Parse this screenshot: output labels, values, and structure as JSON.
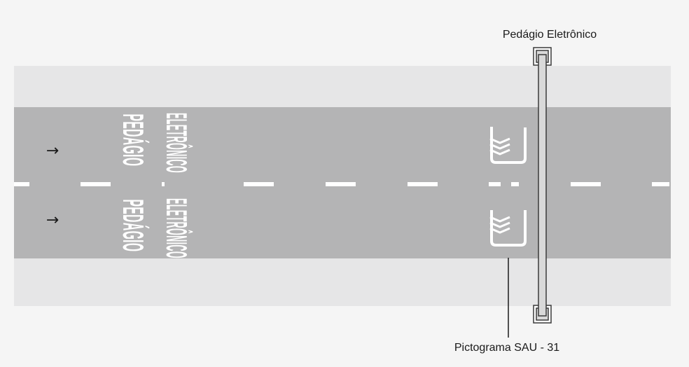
{
  "labels": {
    "gantry": "Pedágio Eletrônico",
    "pictogram": "Pictograma SAU - 31"
  },
  "pavement_text": {
    "upper_lane": {
      "line1": "PEDÁGIO",
      "line2": "ELETRÔNICO"
    },
    "lower_lane": {
      "line1": "PEDÁGIO",
      "line2": "ELETRÔNICO"
    }
  },
  "lane_arrows": {
    "upper": "→",
    "lower": "→"
  },
  "colors": {
    "background": "#f5f5f5",
    "shoulder": "#e6e6e7",
    "roadway": "#b4b4b5",
    "marking": "#ffffff",
    "line": "#1a1a1a",
    "gantry_fill": "#d9d9d9"
  },
  "icons": {
    "pictogram": "toll-tag-pictogram",
    "direction": "arrow-right-icon"
  }
}
